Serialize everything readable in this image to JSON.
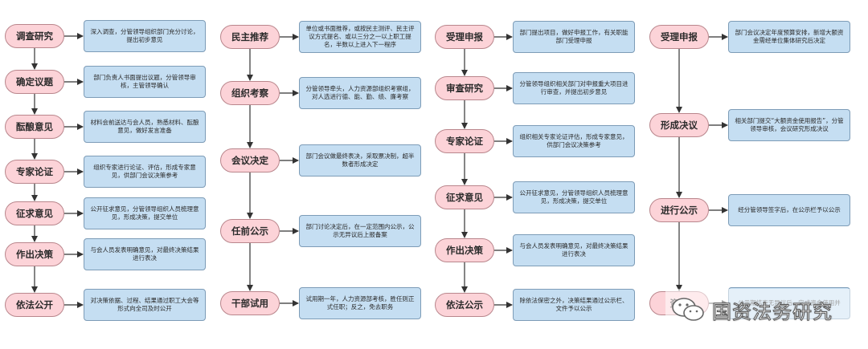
{
  "columns": [
    {
      "steps": [
        {
          "label": "调查研究",
          "note": "深入调查，分管领导组织部门充分讨论，提出初步意见"
        },
        {
          "label": "确定议题",
          "note": "部门负责人书面提出议题，分管领导审核，主管领导确认"
        },
        {
          "label": "酝酿意见",
          "note": "材料会前送达与会人员，熟悉材料、酝酿意见，做好发言准备"
        },
        {
          "label": "专家论证",
          "note": "组织专家进行论证、评估，形成专家意见，供部门会议决策参考"
        },
        {
          "label": "征求意见",
          "note": "公开征求意见，分管领导组织人员梳理意见，形成决策，提交单位"
        },
        {
          "label": "作出决策",
          "note": "与会人员发表明确意见，对最终决策结果进行表决"
        },
        {
          "label": "依法公开",
          "note": "对决策依据、过程、结果通过职工大会等形式向全司及时公开"
        }
      ]
    },
    {
      "steps": [
        {
          "label": "民主推荐",
          "note": "单位或书面推荐，或按民主测评、民主评议方式提名、或以三分之一以上职工提名，半数以上进入下一程序"
        },
        {
          "label": "组织考察",
          "note": "分管领导牵头，人力资源部组织考察组，对人选进行德、能、勤、绩、廉考察"
        },
        {
          "label": "会议决定",
          "note": "部门会议做最终表决，采取票决制，超半数者形成决定"
        },
        {
          "label": "任前公示",
          "note": "部门讨论决定后，在一定范围内公示，公示无异议后上报备案"
        },
        {
          "label": "干部试用",
          "note": "试用期一年，人力资源部考核，胜任则正式任职；反之，免去职务"
        }
      ]
    },
    {
      "steps": [
        {
          "label": "受理申报",
          "note": "部门提出项目，做好申报工作，有关职能部门受理申报"
        },
        {
          "label": "审查研究",
          "note": "分管领导组织相关部门对申报重大项目进行审查，并提出初步意见"
        },
        {
          "label": "专家论证",
          "note": "组织相关专家论证评估，形成专家意见，供部门会议决策参考"
        },
        {
          "label": "征求意见",
          "note": "公开征求意见，分管领导组织人员梳理意见，形成决策，提交单位"
        },
        {
          "label": "作出决策",
          "note": "与会人员发表明确意见，对最终决策结果进行表决"
        },
        {
          "label": "依法公示",
          "note": "除依法保密之外，决策结果通过公示栏、文件予以公示"
        }
      ]
    },
    {
      "steps": [
        {
          "label": "受理申报",
          "note": "部门会议决定年度预算安排，新增大额资金需经单位集体研究后决定"
        },
        {
          "label": "形成决议",
          "note": "相关部门提交“大额资金使用报告”，分管领导审核，会议研究形成决议"
        },
        {
          "label": "进行公示",
          "note": "经分管领导签字后，在公示栏予以公示"
        },
        {
          "label": "资金",
          "note": "公示期结束无异议后，完成资金使用并"
        }
      ]
    }
  ],
  "watermark": {
    "icon": "wechat-icon",
    "text": "国资法务研究"
  },
  "colors": {
    "step_fill": "#fcd3d8",
    "step_border": "#b9868c",
    "note_fill": "#c5def2",
    "note_border": "#7d9cb7",
    "line": "#333333"
  }
}
